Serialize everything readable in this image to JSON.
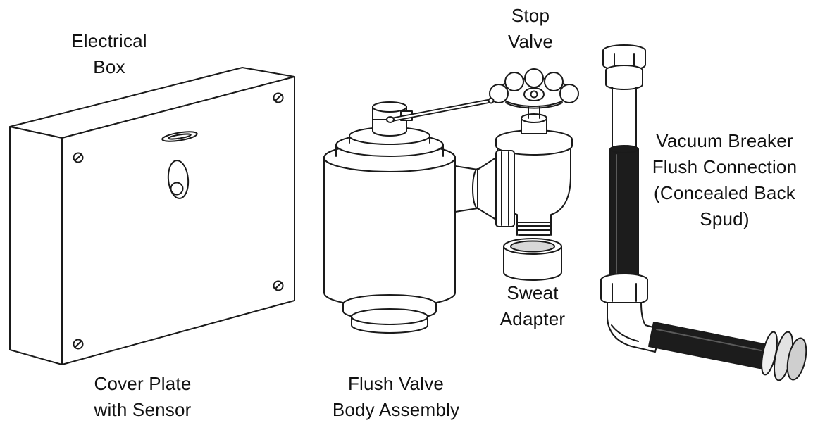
{
  "figure": {
    "background": "#ffffff",
    "line_color": "#1a1a1a",
    "dark_part_color": "#1c1c1c"
  },
  "labels": {
    "electrical_box": "Electrical\nBox",
    "stop_valve": "Stop\nValve",
    "vacuum_breaker": "Vacuum Breaker\nFlush Connection\n(Concealed Back\nSpud)",
    "sweat_adapter": "Sweat\nAdapter",
    "cover_plate": "Cover Plate\nwith Sensor",
    "flush_valve": "Flush Valve\nBody Assembly"
  }
}
